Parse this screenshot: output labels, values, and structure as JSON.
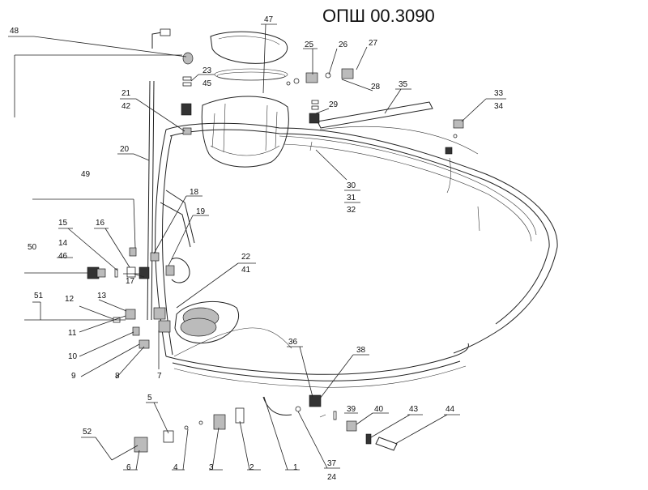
{
  "drawing_code": "ОПШ 00.3090",
  "labels": {
    "p1": "1",
    "p2": "2",
    "p3": "3",
    "p4": "4",
    "p5": "5",
    "p6": "6",
    "p7": "7",
    "p8": "8",
    "p9": "9",
    "p10": "10",
    "p11": "11",
    "p12": "12",
    "p13": "13",
    "p14": "14",
    "p15": "15",
    "p16": "16",
    "p17": "17",
    "p18": "18",
    "p19": "19",
    "p20": "20",
    "p21": "21",
    "p22": "22",
    "p23": "23",
    "p24": "24",
    "p25": "25",
    "p26": "26",
    "p27": "27",
    "p28": "28",
    "p29": "29",
    "p30": "30",
    "p31": "31",
    "p32": "32",
    "p33": "33",
    "p34": "34",
    "p35": "35",
    "p36": "36",
    "p37": "37",
    "p38": "38",
    "p39": "39",
    "p40": "40",
    "p41": "41",
    "p42": "42",
    "p43": "43",
    "p44": "44",
    "p45": "45",
    "p46": "46",
    "p47": "47",
    "p48": "48",
    "p49": "49",
    "p50": "50",
    "p51": "51",
    "p52": "52"
  }
}
